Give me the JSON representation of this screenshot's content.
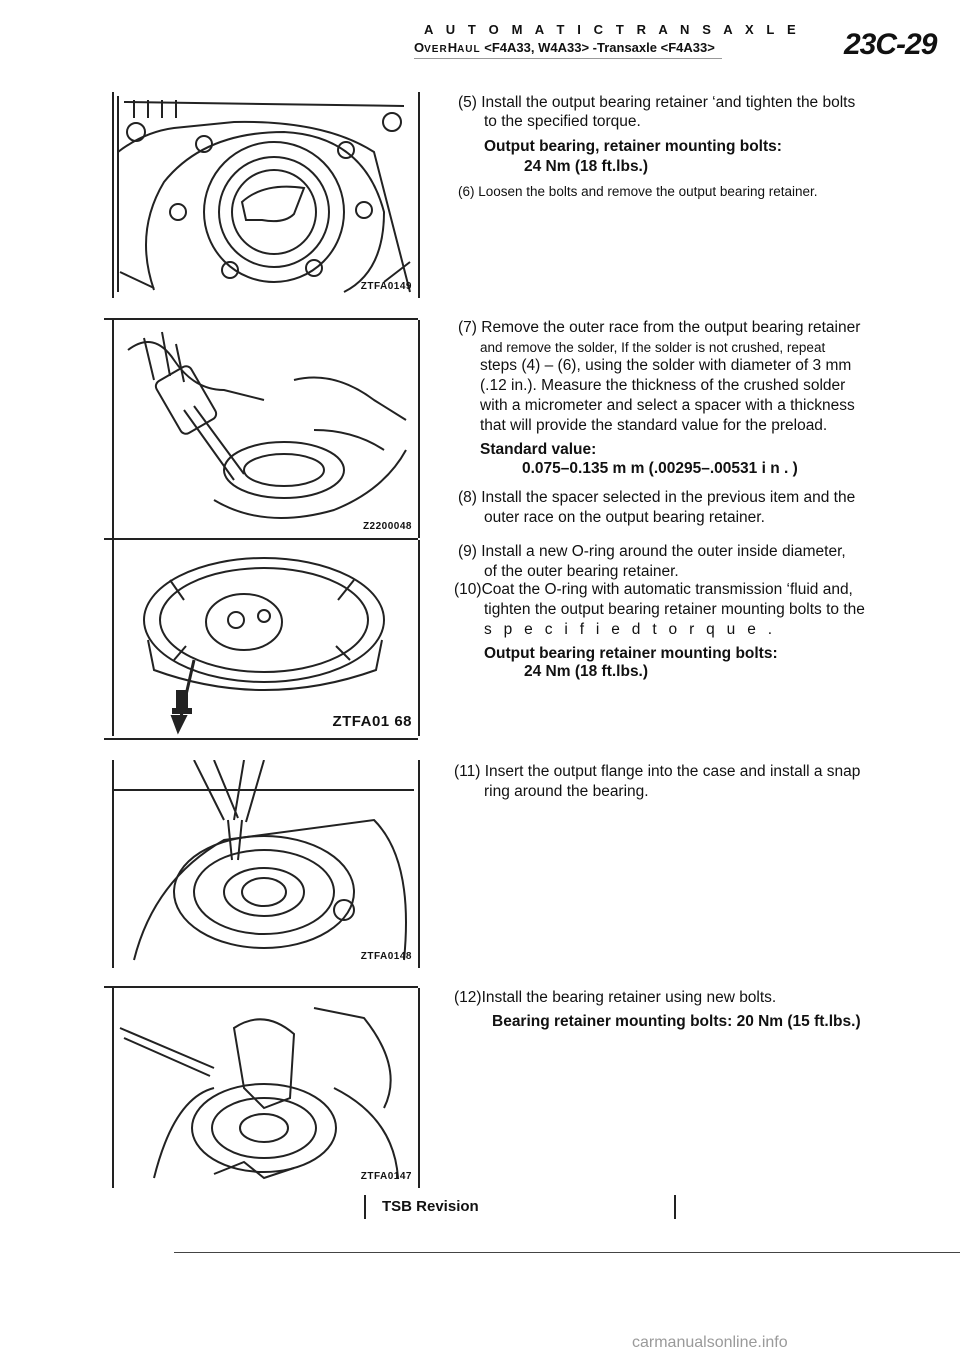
{
  "header": {
    "title": "A U T O M A T I C  T R A N S A X L E",
    "overhaul_o": "O",
    "overhaul_ver": "VER",
    "overhaul_h": "H",
    "overhaul_aul": "AUL",
    "models": "<F4A33, W4A33>",
    "section": "-Transaxle",
    "model_short": "<F4A33>",
    "page_number": "23C-29"
  },
  "figures": [
    {
      "code": "ZTFA0149"
    },
    {
      "code": "Z2200048"
    },
    {
      "code": "ZTFA01 68"
    },
    {
      "code": "ZTFA0148"
    },
    {
      "code": "ZTFA0147"
    }
  ],
  "steps": {
    "s5_l1": "(5) Install the output bearing retainer ‘and tighten the bolts",
    "s5_l2": "to   the   specified   torque.",
    "s5_spec_label": "Output bearing, retainer mounting bolts:",
    "s5_spec_value": "24 Nm (18 ft.lbs.)",
    "s6": "(6) Loosen the bolts and remove the output bearing retainer.",
    "s7_l1": "(7) Remove the outer race from the output bearing retainer",
    "s7_l2": "and remove the solder, If the solder is not crushed, repeat",
    "s7_l3": "steps (4) – (6), using the solder with diameter of 3 mm",
    "s7_l4": "(.12 in.). Measure  the thickness of the crushed solder",
    "s7_l5": "with a micrometer and select a spacer with a thickness",
    "s7_l6": "that will provide  the standard value for the preload.",
    "s7_std_label": "Standard value:",
    "s7_std_value": "0.075–0.135  m m  (.00295–.00531  i n . )",
    "s8_l1": "(8) Install the spacer selected in the previous item and the",
    "s8_l2": "outer race on the output bearing retainer.",
    "s9_l1": "(9) Install a new O-ring around the  outer inside diameter,",
    "s9_l2": "of the outer bearing retainer.",
    "s10_l1": "(10)Coat the O-ring with automatic transmission ‘fluid and,",
    "s10_l2": "tighten the output bearing retainer mounting bolts to the",
    "s10_l3": "s p e c i f i e d   t o r q u e .",
    "s10_spec_label": "Output bearing retainer mounting bolts:",
    "s10_spec_value": "24 Nm (18 ft.lbs.)",
    "s11_l1": "(11) Insert the output flange into the case and install a snap",
    "s11_l2": "ring around the bearing.",
    "s12_l1": "(12)Install the bearing retainer using new bolts.",
    "s12_spec": "Bearing retainer mounting bolts: 20 Nm (15 ft.lbs.)"
  },
  "footer": {
    "tsb": "TSB  Revision",
    "watermark": "carmanualsonline.info"
  }
}
